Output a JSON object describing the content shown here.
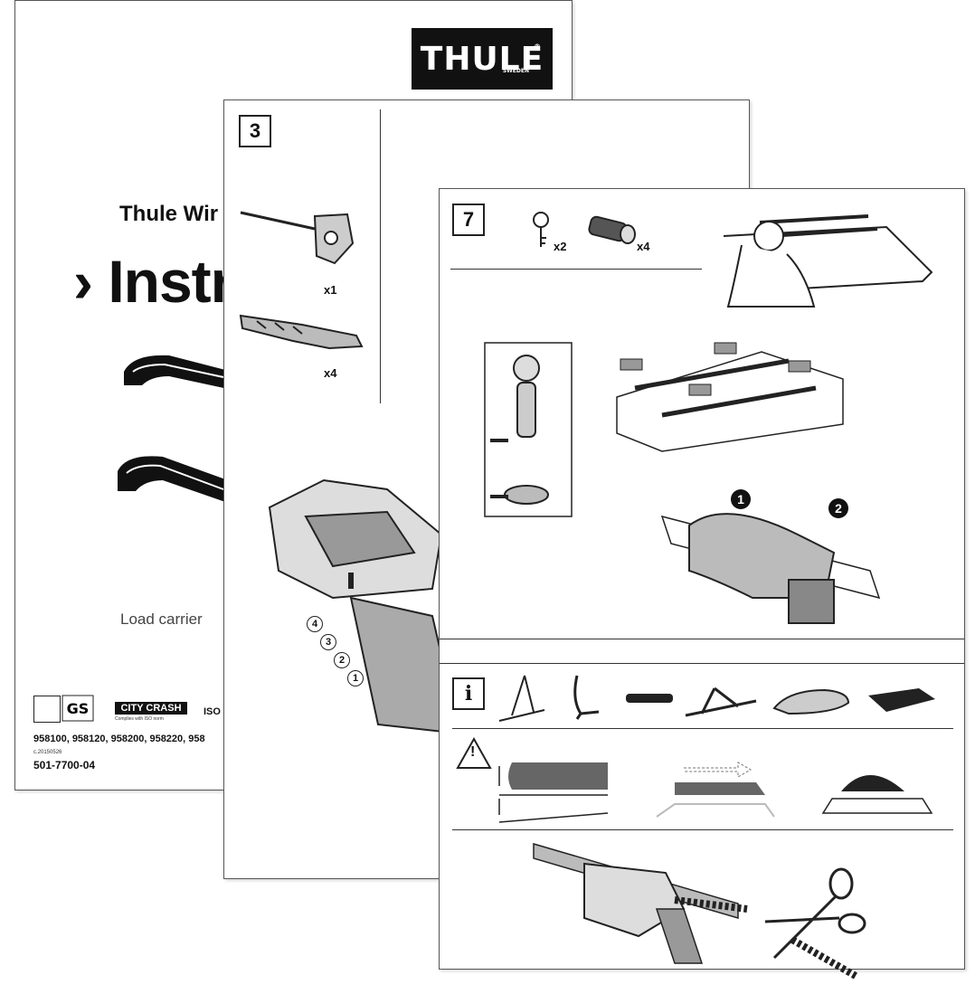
{
  "cover": {
    "brand": "THULE",
    "brand_sub": "SWEDEN",
    "brand_mark": "®",
    "title": "Thule Wir",
    "heading_arrow": "›",
    "heading": "Instr",
    "subtitle": "Load carrier",
    "city_crash": "CITY CRASH",
    "city_crash_note": "Complies with ISO norm",
    "iso": "ISO",
    "product_codes": "958100, 958120, 958200, 958220, 958",
    "date": "c.20150526",
    "doc_number": "501-7700-04",
    "icons": [
      "car-roof-bar-icon",
      "certification-mark-icon",
      "gs-mark-icon"
    ]
  },
  "step3": {
    "step_number": "3",
    "hex_key_qty": "x1",
    "strap_qty": "x4",
    "callouts": [
      "4",
      "3",
      "2",
      "1"
    ],
    "icons": [
      "hex-key-icon",
      "rubber-strap-icon",
      "foot-pack-icon"
    ]
  },
  "step7": {
    "step_number": "7",
    "key_qty": "x2",
    "lock_qty": "x4",
    "callouts": [
      "1",
      "2"
    ],
    "icons": [
      "key-icon",
      "lock-cylinder-icon",
      "person-install-icon",
      "roof-rack-car-icon",
      "lock-detail-icon",
      "foot-cover-icon"
    ]
  },
  "info": {
    "info_label": "i",
    "warning_label": "!",
    "accessory_icons": [
      "bike-carrier-icon",
      "kayak-carrier-icon",
      "ski-carrier-icon",
      "bike-fork-carrier-icon",
      "roof-box-icon",
      "roof-basket-icon"
    ],
    "warning_icons": [
      "roof-box-clearance-icon",
      "roof-box-slide-icon",
      "roof-box-open-icon"
    ],
    "strap_icons": [
      "strap-mount-icon",
      "scissors-icon"
    ]
  }
}
